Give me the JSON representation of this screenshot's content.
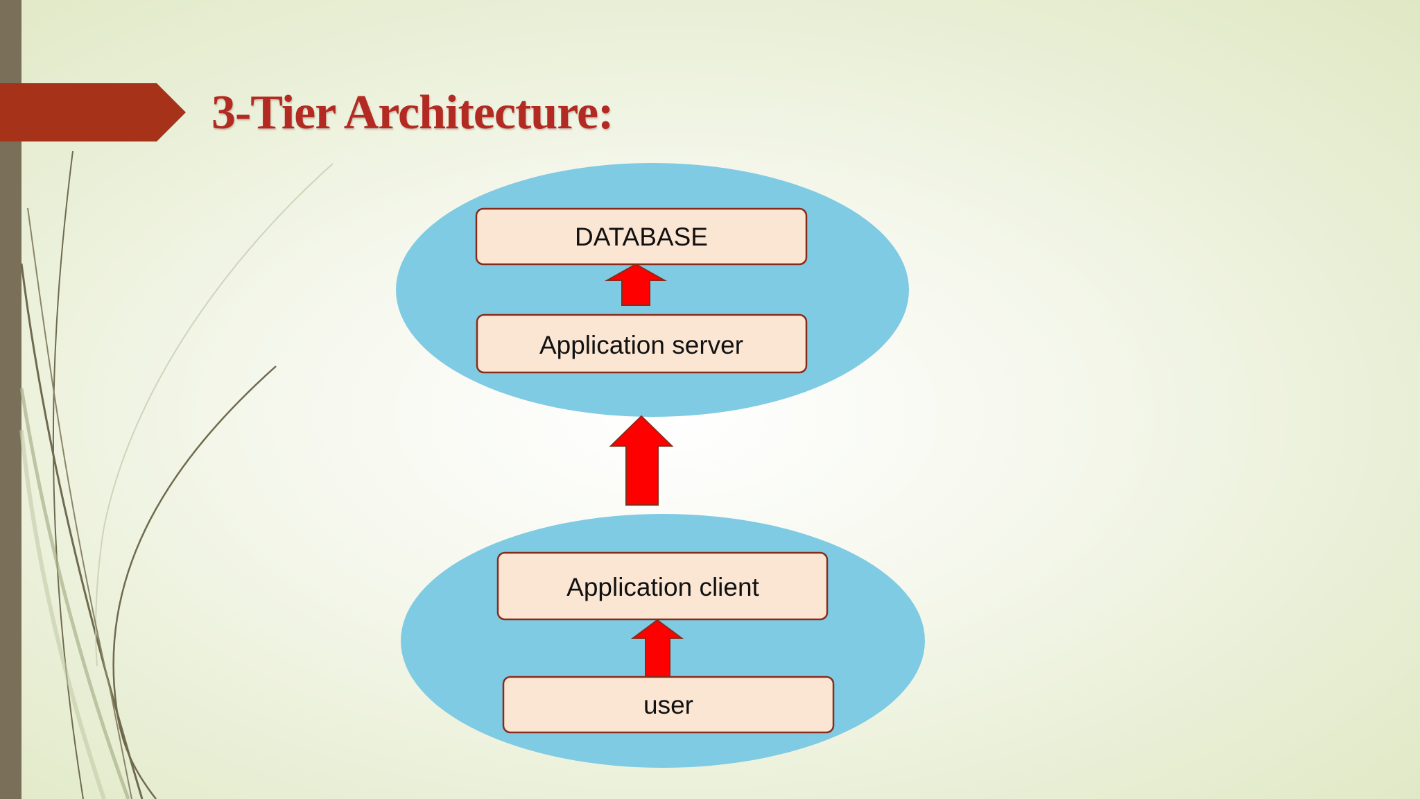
{
  "slide": {
    "title": "3-Tier Architecture:"
  },
  "diagram": {
    "server_tier": {
      "boxes": [
        "DATABASE",
        "Application server"
      ]
    },
    "client_tier": {
      "boxes": [
        "Application client",
        "user"
      ]
    }
  },
  "colors": {
    "title": "#b22a22",
    "title_tab": "#a53219",
    "ellipse": "#7ecbe3",
    "box_fill": "#fbe6d3",
    "box_border": "#8a2b1a",
    "arrow": "#ff0000",
    "side_bar": "#7a705a"
  }
}
